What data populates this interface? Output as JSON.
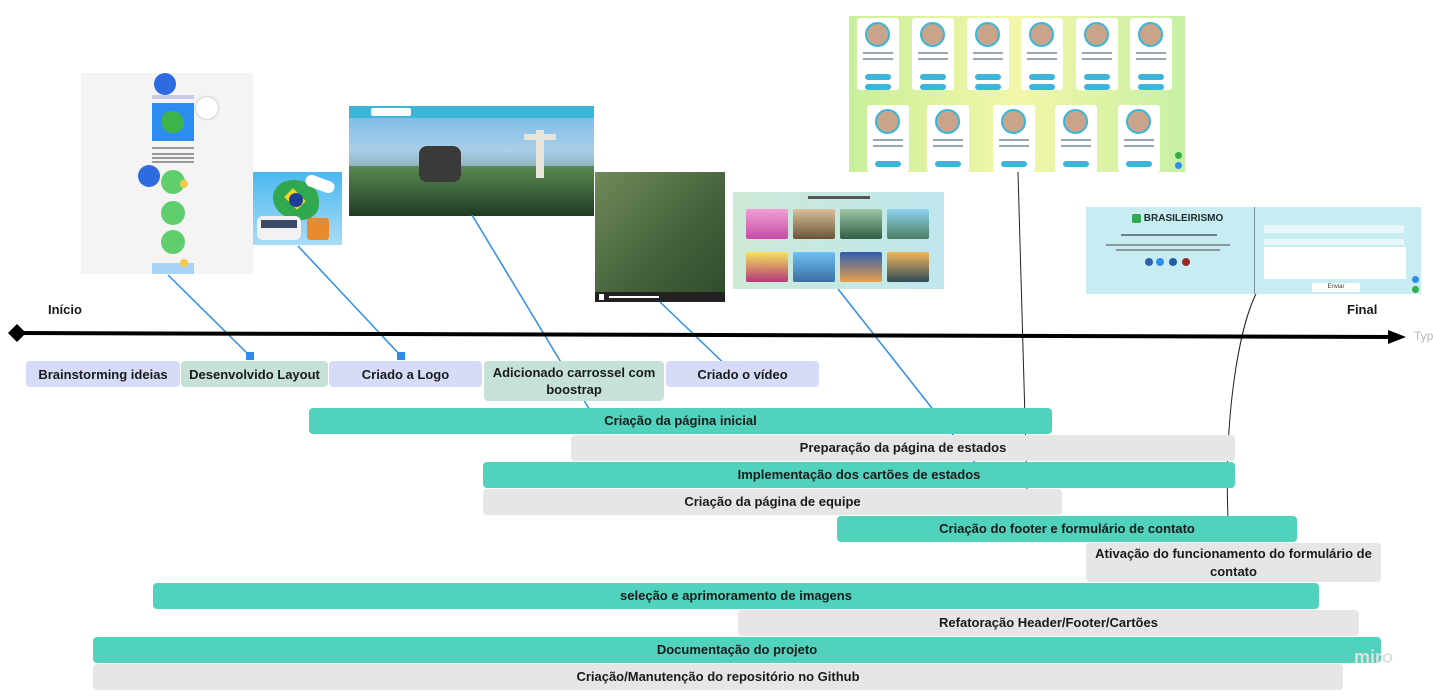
{
  "timeline": {
    "start_label": "Início",
    "end_label": "Final",
    "trailing_placeholder": "Typ"
  },
  "milestones": [
    {
      "label": "Brainstorming ideias"
    },
    {
      "label": "Desenvolvido Layout"
    },
    {
      "label": "Criado a Logo"
    },
    {
      "label": "Adicionado carrossel com boostrap"
    },
    {
      "label": "Criado o vídeo"
    }
  ],
  "tasks": [
    {
      "label": "Criação da página inicial"
    },
    {
      "label": "Preparação da página de estados"
    },
    {
      "label": "Implementação dos cartões de estados"
    },
    {
      "label": "Criação da página de equipe"
    },
    {
      "label": "Criação do footer e formulário de contato"
    },
    {
      "label": "Ativação do funcionamento do formulário de contato"
    },
    {
      "label": "seleção e aprimoramento de imagens"
    },
    {
      "label": "Refatoração Header/Footer/Cartões"
    },
    {
      "label": "Documentação do projeto"
    },
    {
      "label": "Criação/Manutenção do repositório no Github"
    }
  ],
  "thumbnails": {
    "footer": {
      "brand": "BRASILEIRISMO",
      "send_button": "Enviar"
    }
  },
  "watermark": "miro",
  "colors": {
    "teal_bar": "#50d2bd",
    "gray_bar": "#e6e6e6",
    "milestone_blue": "#d6dcf7",
    "milestone_green": "#c6e1d7",
    "connector": "#2d8cf0"
  }
}
